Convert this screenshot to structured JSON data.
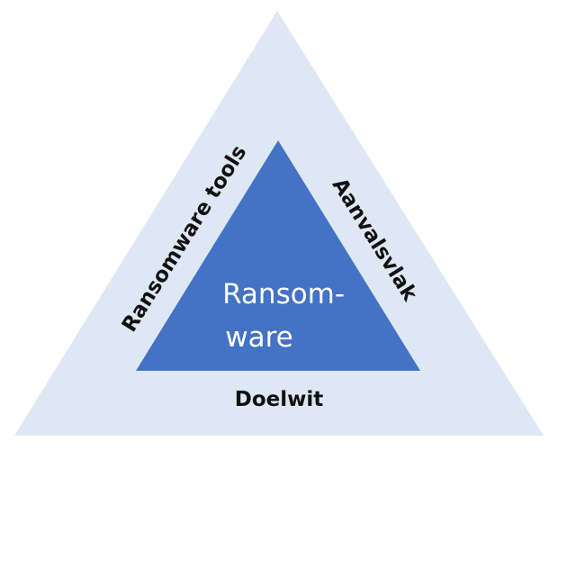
{
  "diagram": {
    "center_lines": [
      "Ransom-",
      "ware"
    ],
    "left_side": "Ransomware tools",
    "right_side": "Aanvalsvlak",
    "bottom_side": "Doelwit"
  },
  "colors": {
    "outer_fill": "#dde8f4",
    "inner_fill": "#4472c4",
    "label_text": "#111111",
    "center_text": "#ffffff"
  }
}
